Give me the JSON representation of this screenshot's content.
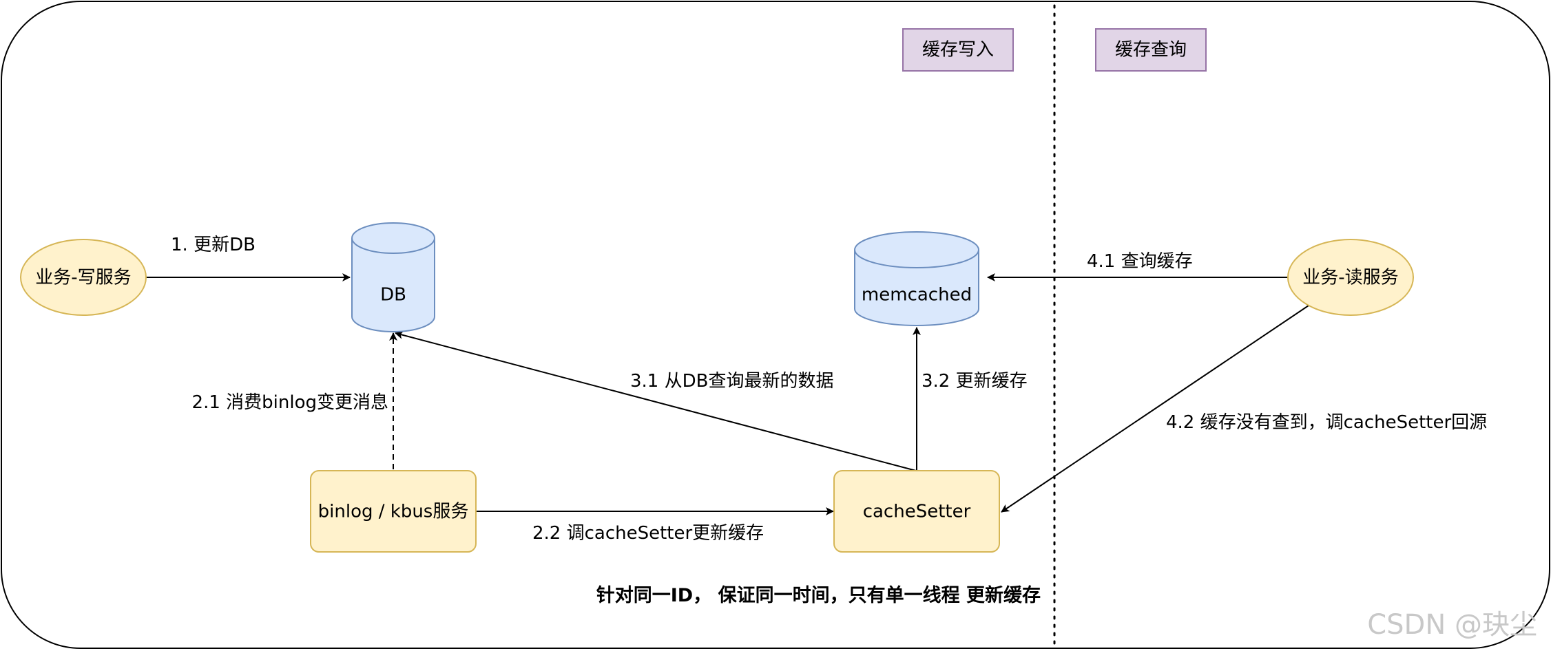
{
  "legend": {
    "write_tag": "缓存写入",
    "read_tag": "缓存查询"
  },
  "nodes": {
    "write_service": "业务-写服务",
    "db": "DB",
    "memcached": "memcached",
    "read_service": "业务-读服务",
    "binlog_service": "binlog / kbus服务",
    "cache_setter": "cacheSetter"
  },
  "edges": {
    "e1": "1. 更新DB",
    "e2_1": "2.1 消费binlog变更消息",
    "e2_2": "2.2 调cacheSetter更新缓存",
    "e3_1": "3.1 从DB查询最新的数据",
    "e3_2": "3.2 更新缓存",
    "e4_1": "4.1 查询缓存",
    "e4_2": "4.2 缓存没有查到，调cacheSetter回源"
  },
  "note": "针对同一ID， 保证同一时间，只有单一线程 更新缓存",
  "watermark": "CSDN @玦尘",
  "colors": {
    "ellipse_fill": "#fff2cc",
    "ellipse_stroke": "#d6b656",
    "cylinder_fill": "#dae8fc",
    "cylinder_stroke": "#6c8ebf",
    "tag_fill": "#e1d5e7",
    "tag_stroke": "#9673a6",
    "box_fill": "#fff2cc",
    "box_stroke": "#d6b656"
  }
}
